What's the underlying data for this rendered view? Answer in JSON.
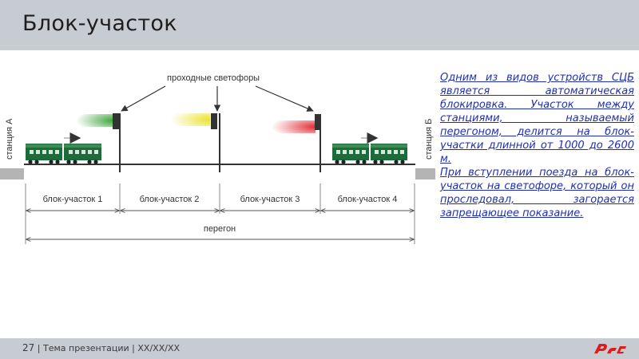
{
  "header": {
    "title": "Блок-участок"
  },
  "diagram": {
    "signals_label": "проходные светофоры",
    "station_a": "станция А",
    "station_b": "станция Б",
    "blocks": [
      "блок-участок 1",
      "блок-участок 2",
      "блок-участок 3",
      "блок-участок 4"
    ],
    "section_label": "перегон",
    "signal_colors": [
      "#2e9e2e",
      "#e8e020",
      "#e0202a"
    ]
  },
  "description": {
    "paragraphs": [
      "Одним из видов устройств СЦБ является автоматическая блокировка. Участок между станциями, называемый перегоном, делится на блок-участки длинной от 1000 до 2600 м.",
      "При вступлении поезда на блок-участок на светофоре, который он проследовал, загорается запрещающее показание."
    ]
  },
  "footer": {
    "page_number": "27",
    "text": " | Тема презентации | XX/XX/XX"
  }
}
